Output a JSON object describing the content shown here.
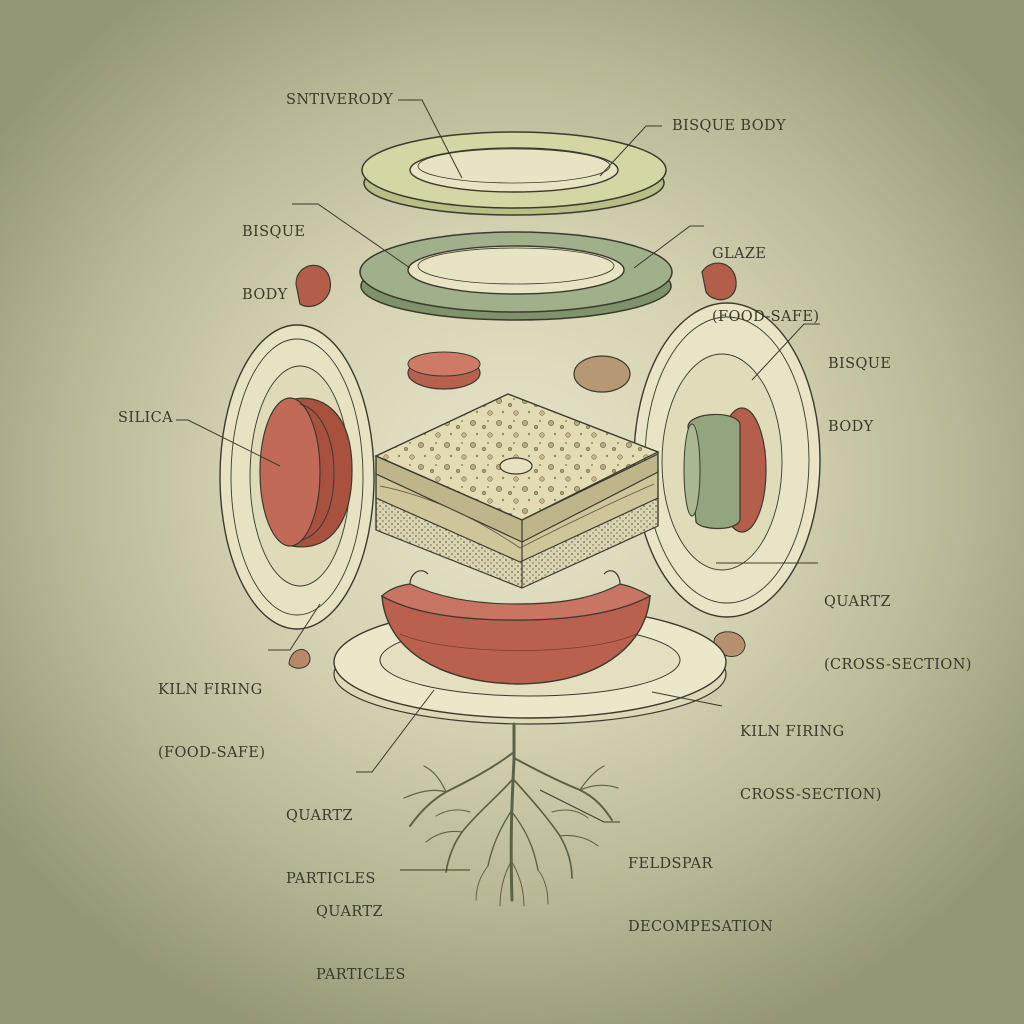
{
  "labels": {
    "top_left": "SNTIVERODY",
    "top_right": "BISQUE BODY",
    "bisque_left": [
      "BISQUE",
      "BODY"
    ],
    "glaze": [
      "GLAZE",
      "(FOOD-SAFE)"
    ],
    "bisque_right": [
      "BISQUE",
      "BODY"
    ],
    "silica": "SILICA",
    "quartz_right": [
      "QUARTZ",
      "(CROSS-SECTION)"
    ],
    "kiln_left": [
      "KILN FIRING",
      "(FOOD-SAFE)"
    ],
    "kiln_right": [
      "KILN FIRING",
      "CROSS-SECTION)"
    ],
    "quartz_mid": [
      "QUARTZ",
      "PARTICLES"
    ],
    "feldspar": [
      "FELDSPAR",
      "DECOMPESATION"
    ],
    "quartz_bottom": [
      "QUARTZ",
      "PARTICLES"
    ]
  },
  "colors": {
    "outline": "#3b3a2e",
    "terracotta": "#b7604f",
    "sage": "#8ea07c",
    "cream": "#ece7c8",
    "pale_green": "#cfd3a0"
  }
}
